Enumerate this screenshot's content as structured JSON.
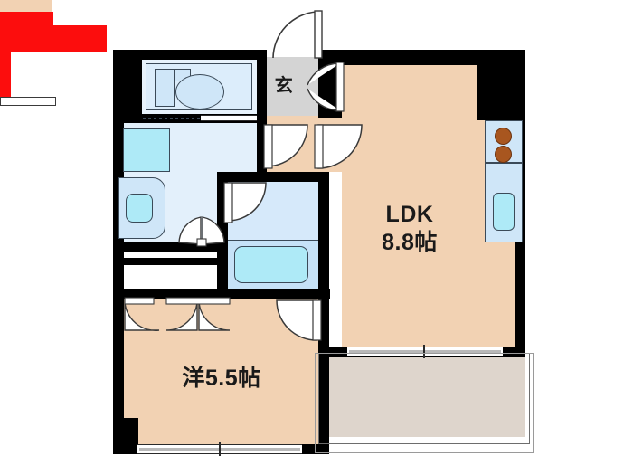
{
  "plan": {
    "type": "floor-plan",
    "layout_code": "1LDK",
    "rooms": [
      {
        "id": "ldk",
        "name_line1": "LDK",
        "name_line2": "8.8帖",
        "area_jo": 8.8,
        "floor_color": "#f2d2b3"
      },
      {
        "id": "bedroom",
        "name_line1": "洋5.5帖",
        "name_line2": "",
        "area_jo": 5.5,
        "floor_color": "#f2d2b3"
      },
      {
        "id": "genkan",
        "name_line1": "玄",
        "name_line2": "",
        "area_jo": null,
        "floor_color": "#d4d4d4"
      },
      {
        "id": "balcony",
        "name_line1": "",
        "name_line2": "",
        "area_jo": null,
        "floor_color": "#ded5cc"
      },
      {
        "id": "bath",
        "name_line1": "",
        "name_line2": "",
        "area_jo": null,
        "floor_color": "#d6e9fa"
      },
      {
        "id": "washroom",
        "name_line1": "",
        "name_line2": "",
        "area_jo": null,
        "floor_color": "#e3f0fb"
      },
      {
        "id": "toilet",
        "name_line1": "",
        "name_line2": "",
        "area_jo": null,
        "floor_color": "#e8f3fc"
      }
    ],
    "labels": {
      "ldk_title": "LDK",
      "ldk_area": "8.8帖",
      "bedroom_area": "洋5.5帖",
      "genkan": "玄"
    },
    "colors": {
      "wall": "#000000",
      "room_floor": "#f2d2b3",
      "genkan_floor": "#d4d4d4",
      "balcony_floor": "#ded5cc",
      "water_area": "#e3f0fb",
      "bath_area": "#d6e9fa",
      "closet_highlight": "#fc0d0d",
      "fixture_outline": "#3b4a58",
      "fixture_fill": "#aeeaf7",
      "burner": "#a8561f",
      "entry_door": "#fc0d0d"
    },
    "fixtures": [
      {
        "name": "toilet",
        "room": "toilet"
      },
      {
        "name": "toilet-tank",
        "room": "toilet"
      },
      {
        "name": "washing-machine-pan",
        "room": "washroom"
      },
      {
        "name": "vanity-sink",
        "room": "washroom"
      },
      {
        "name": "bathtub",
        "room": "bath"
      },
      {
        "name": "kitchen-sink",
        "room": "ldk"
      },
      {
        "name": "gas-stove-2-burner",
        "room": "ldk"
      }
    ],
    "openings": [
      {
        "name": "front-entry-door",
        "kind": "swing"
      },
      {
        "name": "genkan-inner-door",
        "kind": "swing",
        "color": "#fc0d0d"
      },
      {
        "name": "hall-to-washroom-door",
        "kind": "swing"
      },
      {
        "name": "hall-to-ldk-door",
        "kind": "swing"
      },
      {
        "name": "bath-door",
        "kind": "swing"
      },
      {
        "name": "bedroom-door",
        "kind": "swing"
      },
      {
        "name": "closet-folding-doors",
        "kind": "folding"
      },
      {
        "name": "bedroom-window",
        "kind": "sliding"
      },
      {
        "name": "ldk-balcony-window",
        "kind": "sliding"
      }
    ]
  }
}
